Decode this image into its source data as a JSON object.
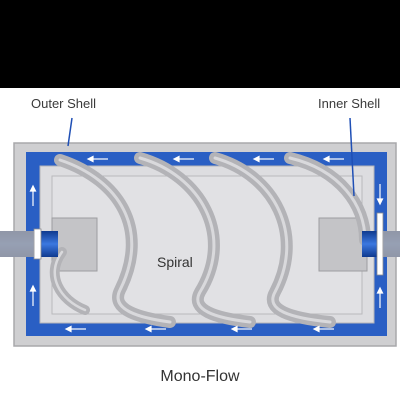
{
  "labels": {
    "outer_shell": "Outer Shell",
    "inner_shell": "Inner Shell",
    "spiral": "Spiral"
  },
  "caption": "Mono-Flow",
  "colors": {
    "background": "#ffffff",
    "top_band": "#000000",
    "outer_shell": "#cfcfd1",
    "flow_channel": "#2a5fc4",
    "inner_chamber": "#dddde0",
    "spiral_tube": "#b9b9bd",
    "pipe": "#1f4fb5",
    "arrow": "#ffffff",
    "text": "#333333"
  },
  "icons": {
    "flow_arrow": "arrow-icon",
    "spiral_tube": "spiral-tube-icon"
  }
}
